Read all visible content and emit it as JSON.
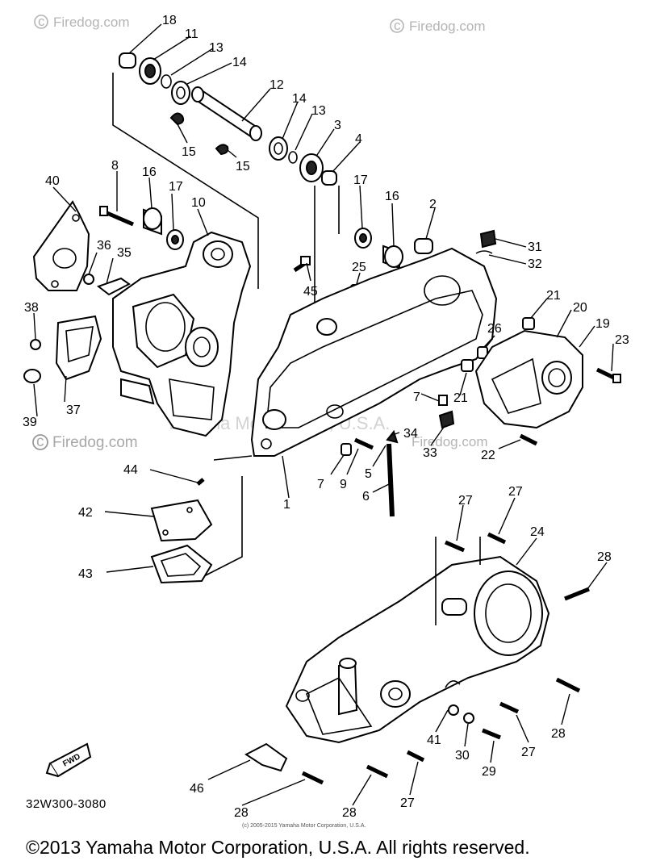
{
  "watermarks": {
    "top_left": "Firedog.com",
    "top_right": "Firedog.com",
    "left_mid": "Firedog.com",
    "mid_faint": "Yamaha Motor Corp., U.S.A.",
    "right_faint": "Firedog.com"
  },
  "callouts": {
    "c18": "18",
    "c11": "11",
    "c13a": "13",
    "c14a": "14",
    "c12": "12",
    "c14b": "14",
    "c13b": "13",
    "c3": "3",
    "c4": "4",
    "c15a": "15",
    "c15b": "15",
    "c8": "8",
    "c16a": "16",
    "c17a": "17",
    "c10": "10",
    "c40": "40",
    "c36": "36",
    "c35": "35",
    "c38": "38",
    "c37": "37",
    "c39": "39",
    "c17b": "17",
    "c16b": "16",
    "c2": "2",
    "c31": "31",
    "c32": "32",
    "c25": "25",
    "c45": "45",
    "c21a": "21",
    "c20": "20",
    "c19": "19",
    "c23": "23",
    "c26": "26",
    "c21b": "21",
    "c7a": "7",
    "c34": "34",
    "c33": "33",
    "c22": "22",
    "c7b": "7",
    "c9": "9",
    "c5": "5",
    "c6": "6",
    "c1": "1",
    "c44": "44",
    "c42": "42",
    "c43": "43",
    "c27a": "27",
    "c27b": "27",
    "c24": "24",
    "c28a": "28",
    "c41": "41",
    "c30": "30",
    "c29": "29",
    "c27c": "27",
    "c28b": "28",
    "c46": "46",
    "c28c": "28",
    "c28d": "28",
    "c27d": "27"
  },
  "diagram_number": "32W300-3080",
  "fwd_badge": "FWD",
  "small_copyright": "(c) 2005-2015 Yamaha Motor Corporation, U.S.A.",
  "copyright": "©2013 Yamaha Motor Corporation, U.S.A. All rights reserved."
}
